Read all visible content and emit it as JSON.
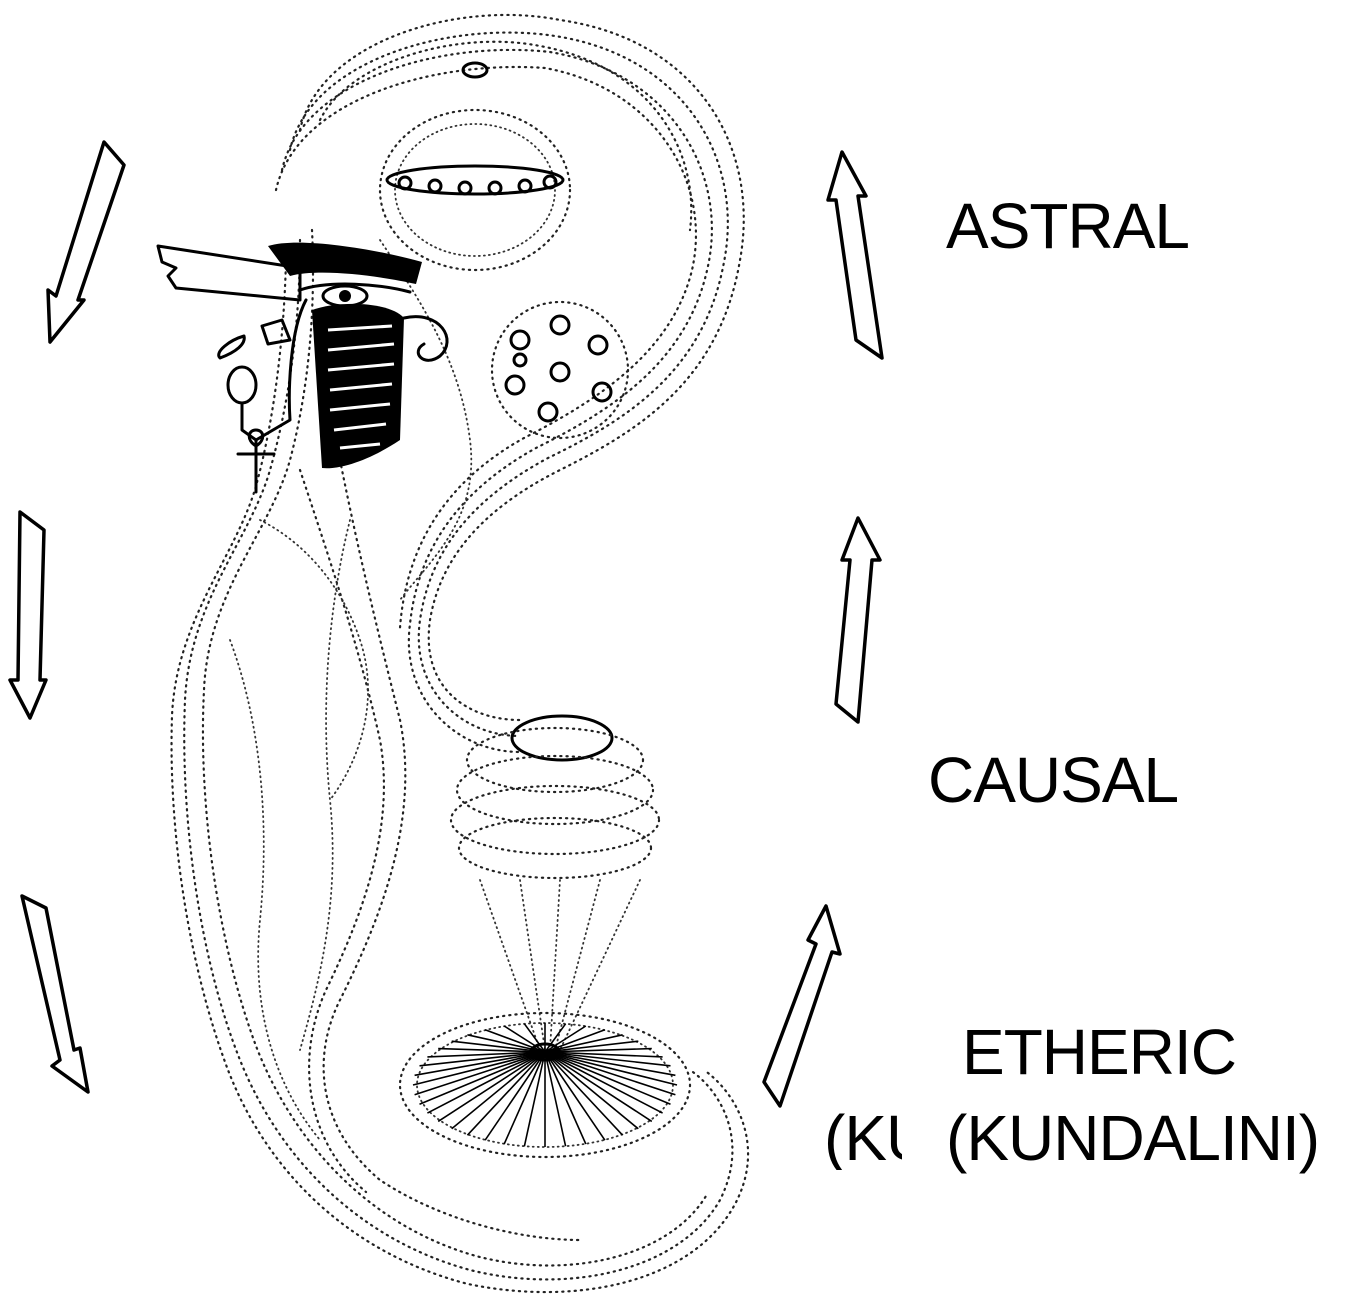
{
  "labels": {
    "astral": "ASTRAL",
    "causal": "CAUSAL",
    "etheric": "ETHERIC",
    "kundalini": "(KUNDALINI)",
    "kundalini_fragment": "(KU"
  },
  "colors": {
    "ink": "#000000",
    "background": "#ffffff"
  },
  "icons": {
    "left_arrows": "down-arrow-icon",
    "right_arrows": "up-arrow-icon",
    "figure": "horus-eye-headdress-icon"
  }
}
